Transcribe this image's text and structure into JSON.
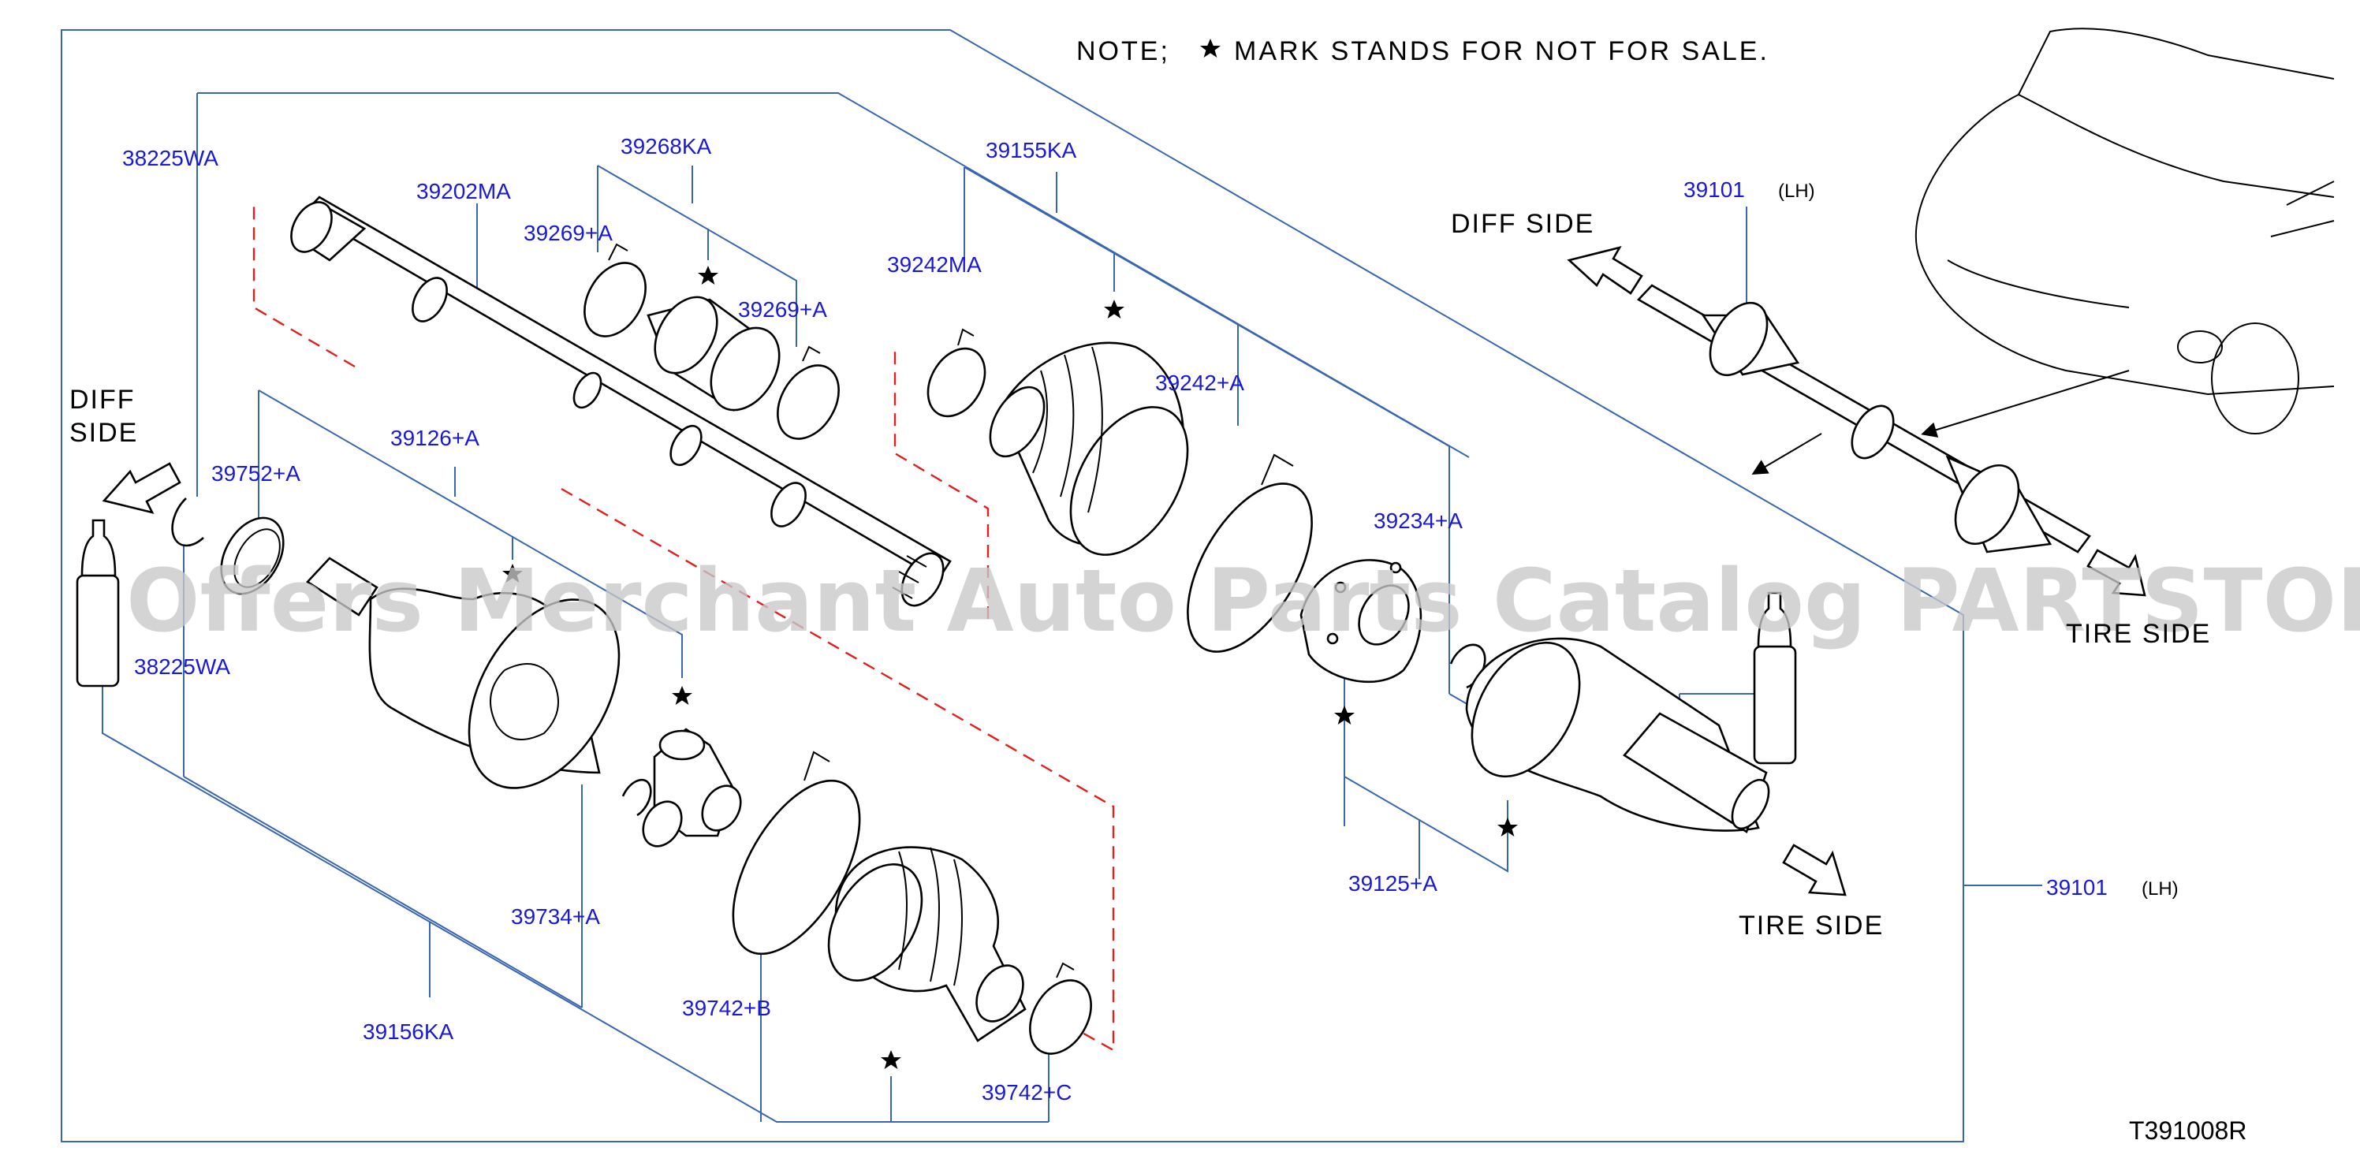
{
  "note": {
    "prefix": "NOTE;",
    "suffix": "MARK  STANDS  FOR  NOT  FOR  SALE.",
    "star_icon": "star-icon"
  },
  "diagram_code": "T391008R",
  "watermark": "Offers Merchant Auto Parts Catalog PARTSTORE SA",
  "directions": {
    "diff_side_left": [
      "DIFF",
      "SIDE"
    ],
    "diff_side_top": "DIFF  SIDE",
    "tire_side_main": "TIRE  SIDE",
    "tire_side_top": "TIRE  SIDE"
  },
  "labels": {
    "p38225wa_top": "38225WA",
    "p39202ma": "39202MA",
    "p39268ka": "39268KA",
    "p39269a_1": "39269+A",
    "p39269a_2": "39269+A",
    "p39155ka": "39155KA",
    "p39242ma": "39242MA",
    "p39101_top": "39101",
    "p39101_top_side": "(LH)",
    "p39242a": "39242+A",
    "p39752a": "39752+A",
    "p39126a": "39126+A",
    "p39234a": "39234+A",
    "p38225wa_bottom": "38225WA",
    "p39125a": "39125+A",
    "p39101_main": "39101",
    "p39101_main_side": "(LH)",
    "p39734a": "39734+A",
    "p39742b": "39742+B",
    "p39156ka": "39156KA",
    "p39742c": "39742+C"
  },
  "colors": {
    "label": "#1a1ad6",
    "leader": "#3a66b0",
    "dashed_guide": "#e02020",
    "line_art": "#000000"
  }
}
